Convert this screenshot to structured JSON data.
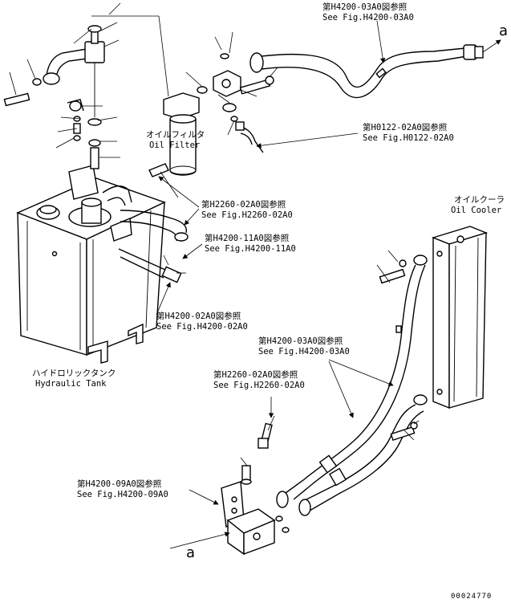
{
  "references": {
    "top_jp": "第H4200-03A0図参照",
    "top_en": "See Fig.H4200-03A0",
    "h0122_jp": "第H0122-02A0図参照",
    "h0122_en": "See Fig.H0122-02A0",
    "h2260_a_jp": "第H2260-02A0図参照",
    "h2260_a_en": "See Fig.H2260-02A0",
    "h4200_11_jp": "第H4200-11A0図参照",
    "h4200_11_en": "See Fig.H4200-11A0",
    "h4200_02_jp": "第H4200-02A0図参照",
    "h4200_02_en": "See Fig.H4200-02A0",
    "h4200_03b_jp": "第H4200-03A0図参照",
    "h4200_03b_en": "See Fig.H4200-03A0",
    "h2260_b_jp": "第H2260-02A0図参照",
    "h2260_b_en": "See Fig.H2260-02A0",
    "h4200_09_jp": "第H4200-09A0図参照",
    "h4200_09_en": "See Fig.H4200-09A0"
  },
  "components": {
    "oil_filter_jp": "オイルフィルタ",
    "oil_filter_en": "Oil Filter",
    "oil_cooler_jp": "オイルクーラ",
    "oil_cooler_en": "Oil Cooler",
    "hydraulic_tank_jp": "ハイドロリックタンク",
    "hydraulic_tank_en": "Hydraulic Tank"
  },
  "connection_markers": {
    "top_right": "a",
    "bottom_left": "a"
  },
  "drawing_code": "00024770"
}
